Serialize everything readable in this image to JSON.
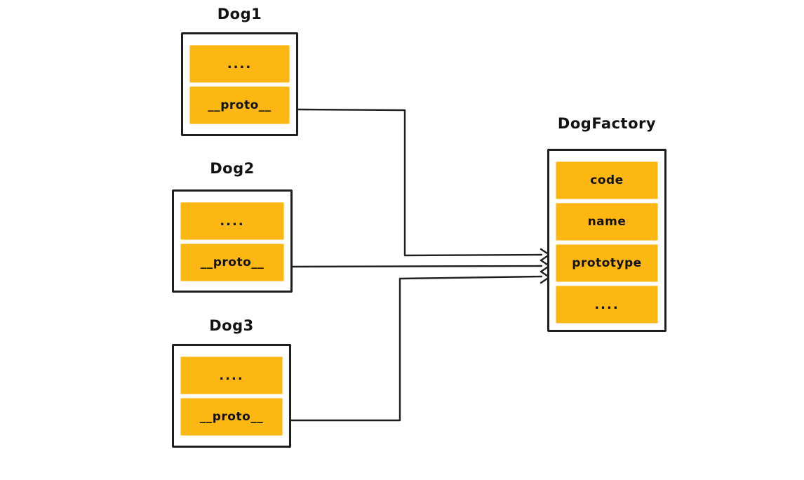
{
  "diagram": {
    "kind": "prototype-chain-diagram",
    "background": "#ffffff",
    "colors": {
      "field_fill": "#FDB713",
      "stroke": "#1f1f1f",
      "text": "#111111"
    },
    "nodes": [
      {
        "id": "dog1",
        "title": "Dog1",
        "fields": [
          "....",
          "__proto__"
        ]
      },
      {
        "id": "dog2",
        "title": "Dog2",
        "fields": [
          "....",
          "__proto__"
        ]
      },
      {
        "id": "dog3",
        "title": "Dog3",
        "fields": [
          "....",
          "__proto__"
        ]
      },
      {
        "id": "dogfactory",
        "title": "DogFactory",
        "fields": [
          "code",
          "name",
          "prototype",
          "...."
        ]
      }
    ],
    "connections": [
      {
        "from": "Dog1.__proto__",
        "to": "DogFactory.prototype"
      },
      {
        "from": "Dog2.__proto__",
        "to": "DogFactory.prototype"
      },
      {
        "from": "Dog3.__proto__",
        "to": "DogFactory.prototype"
      }
    ]
  }
}
